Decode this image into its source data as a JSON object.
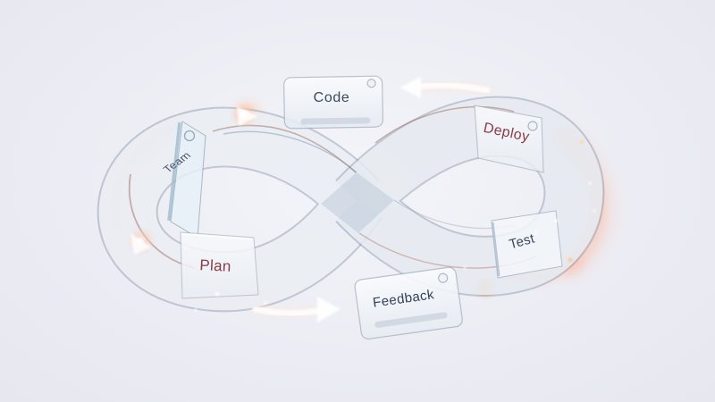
{
  "diagram": {
    "type": "devops-infinity-loop-3d",
    "stages": [
      {
        "id": "team",
        "label": "Team"
      },
      {
        "id": "plan",
        "label": "Plan"
      },
      {
        "id": "code",
        "label": "Code"
      },
      {
        "id": "deploy",
        "label": "Deploy"
      },
      {
        "id": "test",
        "label": "Test"
      },
      {
        "id": "feedback",
        "label": "Feedback"
      }
    ],
    "colors": {
      "background": "#ecedf4",
      "background_center": "#f4f5f9",
      "glass_fill": "#f6f8fb",
      "glass_edge": "#8fa0b5",
      "overlap_tint": "#9cb1c5",
      "label_slate": "#3d4a5c",
      "label_maroon": "#8a3b45",
      "glow_warm": "#ff9a7d",
      "arrow_white": "#fffaf7"
    }
  }
}
